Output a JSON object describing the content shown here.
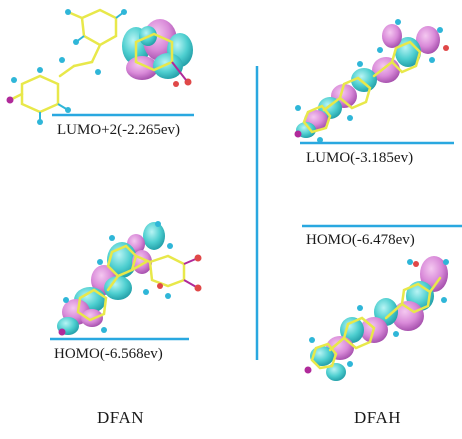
{
  "colors": {
    "divider": "#29a8e0",
    "orbital_pink": "#d98ad9",
    "orbital_cyan": "#4ecfd0",
    "atom_yellow": "#e8e84a",
    "atom_cyan": "#2fb6d8",
    "atom_red": "#e04848",
    "atom_magenta": "#b02a9a"
  },
  "panels": {
    "dfan": {
      "name": "DFAN",
      "orbitals": [
        {
          "label": "LUMO+2(-2.265ev)"
        },
        {
          "label": "HOMO(-6.568ev)"
        }
      ]
    },
    "dfah": {
      "name": "DFAH",
      "orbitals": [
        {
          "label": "LUMO(-3.185ev)"
        },
        {
          "label": "HOMO(-6.478ev)"
        }
      ]
    }
  }
}
